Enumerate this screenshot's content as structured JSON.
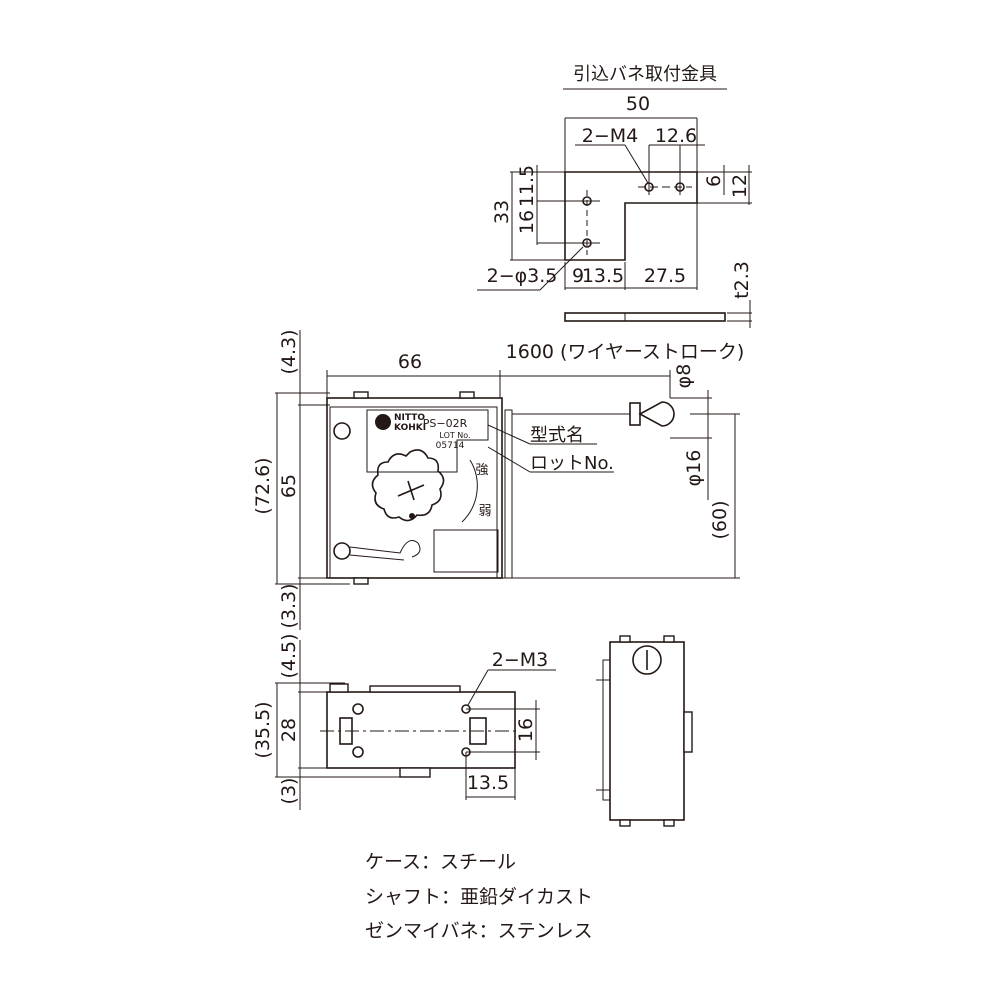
{
  "bracket": {
    "title": "引込バネ取付金具",
    "width": "50",
    "tap_holes": "2−M4",
    "tap_pitch": "12.6",
    "dim_6": "6",
    "dim_12": "12",
    "dim_33": "33",
    "dim_11_5": "11.5",
    "dim_16": "16",
    "holes": "2−φ3.5",
    "dim_9": "9",
    "dim_13_5": "13.5",
    "dim_27_5": "27.5",
    "thickness": "t2.3"
  },
  "front_view": {
    "dim_top": "(4.3)",
    "dim_total": "(72.6)",
    "dim_65": "65",
    "dim_bottom": "(3.3)",
    "dim_66": "66",
    "stroke": "1600 (ワイヤーストローク)",
    "dim_phi8": "φ8",
    "dim_phi16": "φ16",
    "dim_60": "(60)",
    "callout_model": "型式名",
    "callout_lot": "ロットNo.",
    "model": "PS−02R",
    "lot_label": "LOT No.",
    "lot_number": "05714",
    "strong": "強",
    "weak": "弱",
    "logo": "NITTO KOHKI"
  },
  "bottom_view": {
    "dim_top": "(4.5)",
    "dim_total": "(35.5)",
    "dim_28": "28",
    "dim_bottom": "(3)",
    "tap_holes": "2−M3",
    "dim_16": "16",
    "dim_13_5": "13.5"
  },
  "notes": [
    "ケース：スチール",
    "シャフト：亜鉛ダイカスト",
    "ゼンマイバネ：ステンレス"
  ]
}
